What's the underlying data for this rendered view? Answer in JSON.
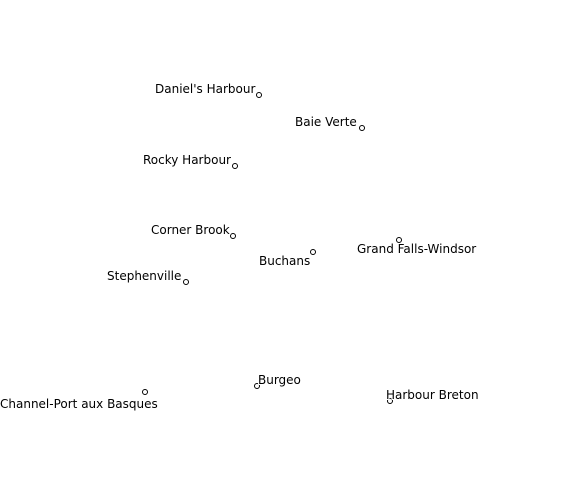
{
  "map": {
    "places": [
      {
        "id": "daniels-harbour",
        "name": "Daniel's Harbour"
      },
      {
        "id": "baie-verte",
        "name": "Baie Verte"
      },
      {
        "id": "rocky-harbour",
        "name": "Rocky Harbour"
      },
      {
        "id": "corner-brook",
        "name": "Corner Brook"
      },
      {
        "id": "buchans",
        "name": "Buchans"
      },
      {
        "id": "grand-falls-windsor",
        "name": "Grand Falls-Windsor"
      },
      {
        "id": "stephenville",
        "name": "Stephenville"
      },
      {
        "id": "burgeo",
        "name": "Burgeo"
      },
      {
        "id": "channel-port-aux-basques",
        "name": "Channel-Port aux Basques"
      },
      {
        "id": "harbour-breton",
        "name": "Harbour Breton"
      }
    ]
  }
}
